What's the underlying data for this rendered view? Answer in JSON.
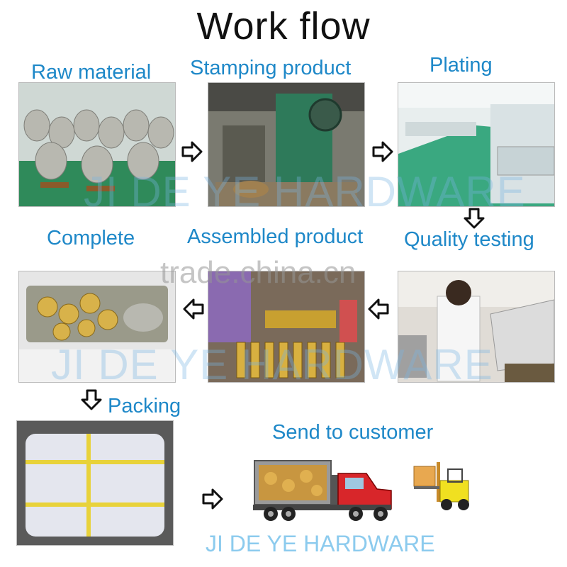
{
  "title": "Work flow",
  "steps": {
    "raw_material": "Raw material",
    "stamping": "Stamping product",
    "plating": "Plating",
    "quality": "Quality testing",
    "assembled": "Assembled product",
    "complete": "Complete",
    "packing": "Packing",
    "send": "Send to customer"
  },
  "watermarks": {
    "brand_1": "JI DE YE HARDWARE",
    "site": "trade.china.cn",
    "brand_2": "JI DE YE HARDWARE"
  },
  "footer": "JI DE YE HARDWARE",
  "colors": {
    "label": "#1e88c8",
    "footer": "#8ccbee",
    "arrow_fill": "#ffffff",
    "arrow_stroke": "#111111"
  },
  "icons": [
    "right-arrow-icon",
    "down-arrow-icon",
    "left-arrow-icon",
    "truck-icon",
    "forklift-icon"
  ]
}
